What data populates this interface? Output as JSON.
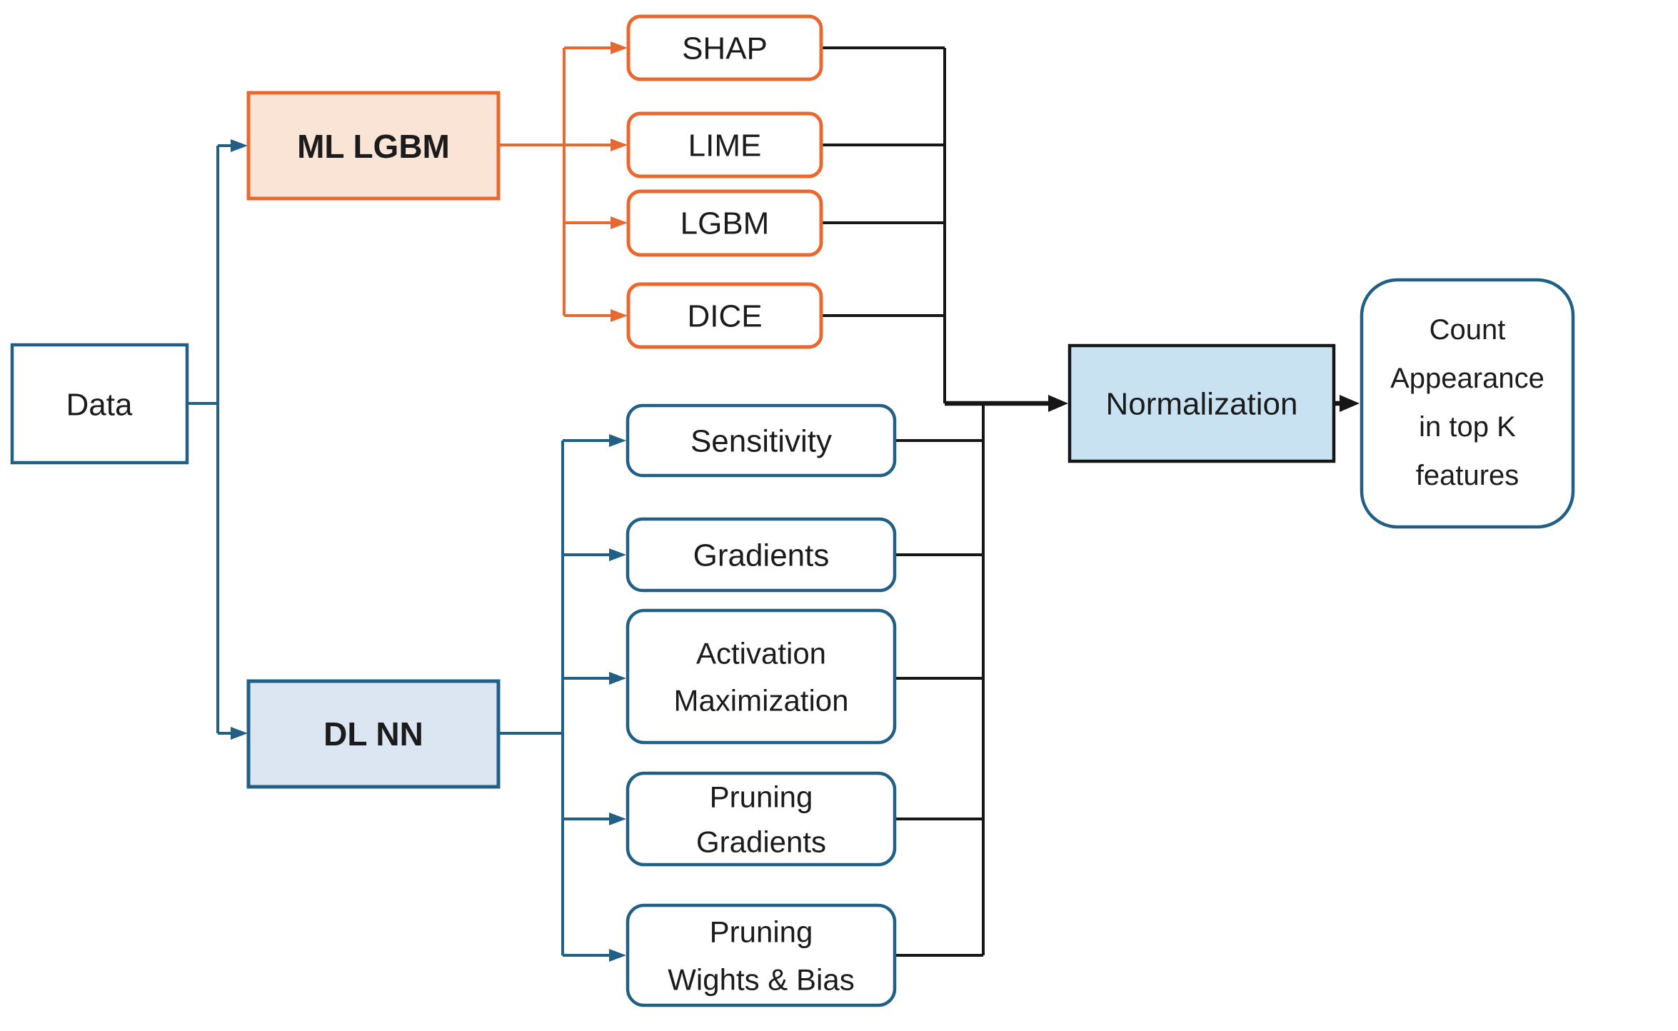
{
  "colors": {
    "blue": "#216084",
    "orange": "#E8682F",
    "black": "#161616",
    "text": "#1B1B1B",
    "peach": "#FAE4D6",
    "dlfill": "#DBE6F2",
    "normfill": "#C8E2F2"
  },
  "nodes": {
    "data": {
      "label": "Data"
    },
    "ml_lgbm": {
      "label": "ML LGBM"
    },
    "shap": {
      "label": "SHAP"
    },
    "lime": {
      "label": "LIME"
    },
    "lgbm": {
      "label": "LGBM"
    },
    "dice": {
      "label": "DICE"
    },
    "dl_nn": {
      "label": "DL NN"
    },
    "sensitivity": {
      "label": "Sensitivity"
    },
    "gradients": {
      "label": "Gradients"
    },
    "activation_maximization": {
      "line1": "Activation",
      "line2": "Maximization"
    },
    "pruning_gradients": {
      "line1": "Pruning",
      "line2": "Gradients"
    },
    "pruning_wights_bias": {
      "line1": "Pruning",
      "line2": "Wights & Bias"
    },
    "normalization": {
      "label": "Normalization"
    },
    "count_appearance": {
      "line1": "Count",
      "line2": "Appearance",
      "line3": "in top K",
      "line4": "features"
    }
  }
}
